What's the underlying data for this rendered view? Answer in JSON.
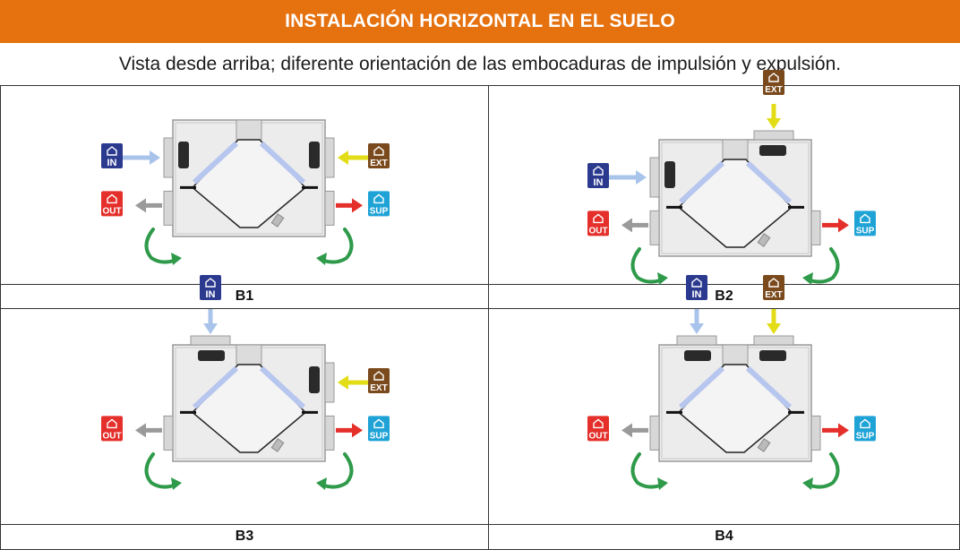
{
  "header": {
    "title": "INSTALACIÓN HORIZONTAL EN EL SUELO",
    "subtitle": "Vista desde arriba; diferente orientación de las embocaduras de impulsión y expulsión."
  },
  "badges": {
    "in": "IN",
    "ext": "EXT",
    "out": "OUT",
    "sup": "SUP"
  },
  "colors": {
    "header_bg": "#e5710f",
    "in_badge": "#2b3a8f",
    "ext_badge": "#7a4a1c",
    "out_badge": "#e42f2a",
    "sup_badge": "#1fa3d6",
    "in_arrow": "#a9c4ea",
    "ext_arrow": "#e3dd17",
    "out_arrow": "#9a9a9a",
    "sup_arrow": "#e42f2a",
    "rotation_arrow": "#2e9a4a"
  },
  "variants": [
    {
      "caption": "B1"
    },
    {
      "caption": "B2"
    },
    {
      "caption": "B3"
    },
    {
      "caption": "B4"
    }
  ]
}
